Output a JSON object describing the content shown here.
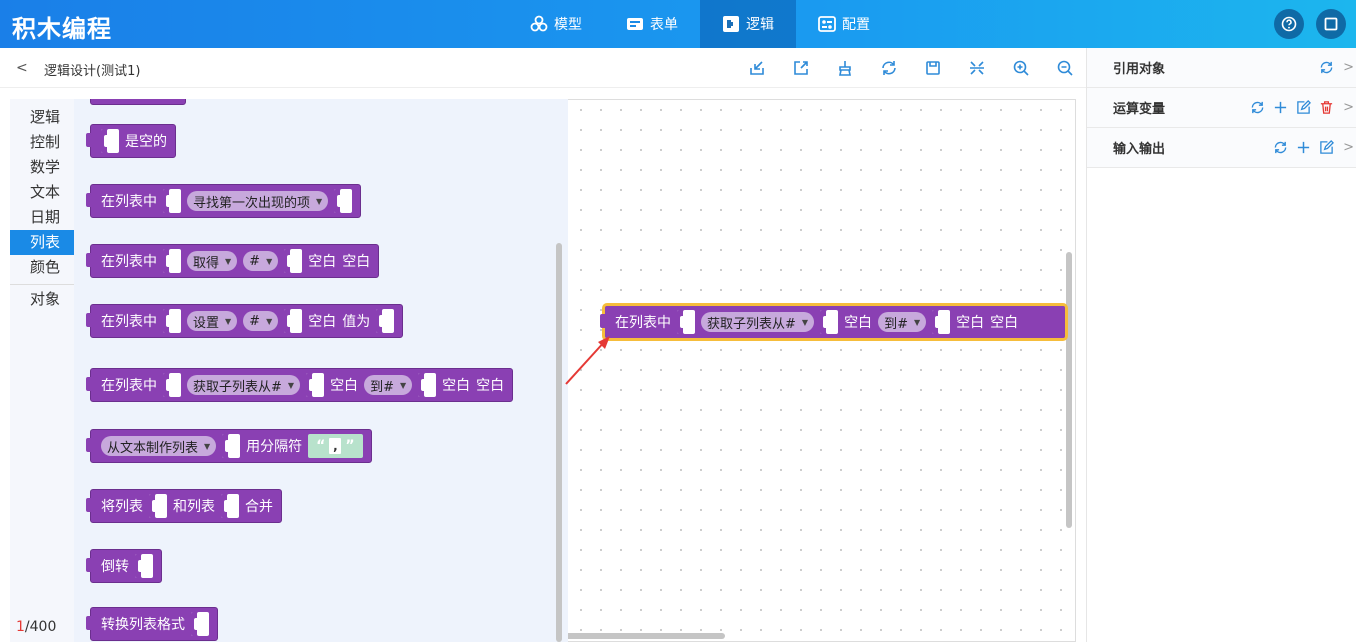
{
  "app": {
    "title": "积木编程"
  },
  "nav": {
    "tabs": [
      {
        "label": "模型",
        "icon": "cubes-icon"
      },
      {
        "label": "表单",
        "icon": "form-icon"
      },
      {
        "label": "逻辑",
        "icon": "puzzle-icon",
        "active": true
      },
      {
        "label": "配置",
        "icon": "settings-icon"
      }
    ]
  },
  "header": {
    "right_icons": [
      "help-icon",
      "fullscreen-icon"
    ]
  },
  "subbar": {
    "back": "<",
    "breadcrumb": "逻辑设计(测试1)",
    "tools": [
      "import-icon",
      "export-icon",
      "clean-icon",
      "refresh-icon",
      "save-icon",
      "collapse-icon",
      "zoom-in-icon",
      "zoom-out-icon"
    ]
  },
  "categories": [
    "逻辑",
    "控制",
    "数学",
    "文本",
    "日期",
    "列表",
    "颜色",
    "对象"
  ],
  "active_category": "列表",
  "blocks": {
    "is_empty": "是空的",
    "in_list": "在列表中",
    "find_first": "寻找第一次出现的项",
    "get": "取得",
    "hash": "#",
    "blank": "空白",
    "set": "设置",
    "value_is": "值为",
    "get_sublist": "获取子列表从#",
    "to_hash": "到#",
    "make_list": "从文本制作列表",
    "with_delim": "用分隔符",
    "quote_open": "“",
    "comma": ",",
    "quote_close": "”",
    "join_list": "将列表",
    "and_list": "和列表",
    "merge": "合并",
    "reverse": "倒转",
    "convert": "转换列表格式"
  },
  "counter": {
    "current": "1",
    "total": "/400"
  },
  "right_panel": {
    "sections": [
      {
        "title": "引用对象",
        "icons": [
          "refresh-icon"
        ]
      },
      {
        "title": "运算变量",
        "icons": [
          "refresh-icon",
          "add-icon",
          "edit-icon",
          "delete-icon"
        ]
      },
      {
        "title": "输入输出",
        "icons": [
          "refresh-icon",
          "add-icon",
          "edit-icon"
        ]
      }
    ]
  },
  "colors": {
    "accent": "#1a8ae6",
    "block": "#8a40b3",
    "highlight": "#f6bd3b",
    "delete": "#e53935"
  }
}
